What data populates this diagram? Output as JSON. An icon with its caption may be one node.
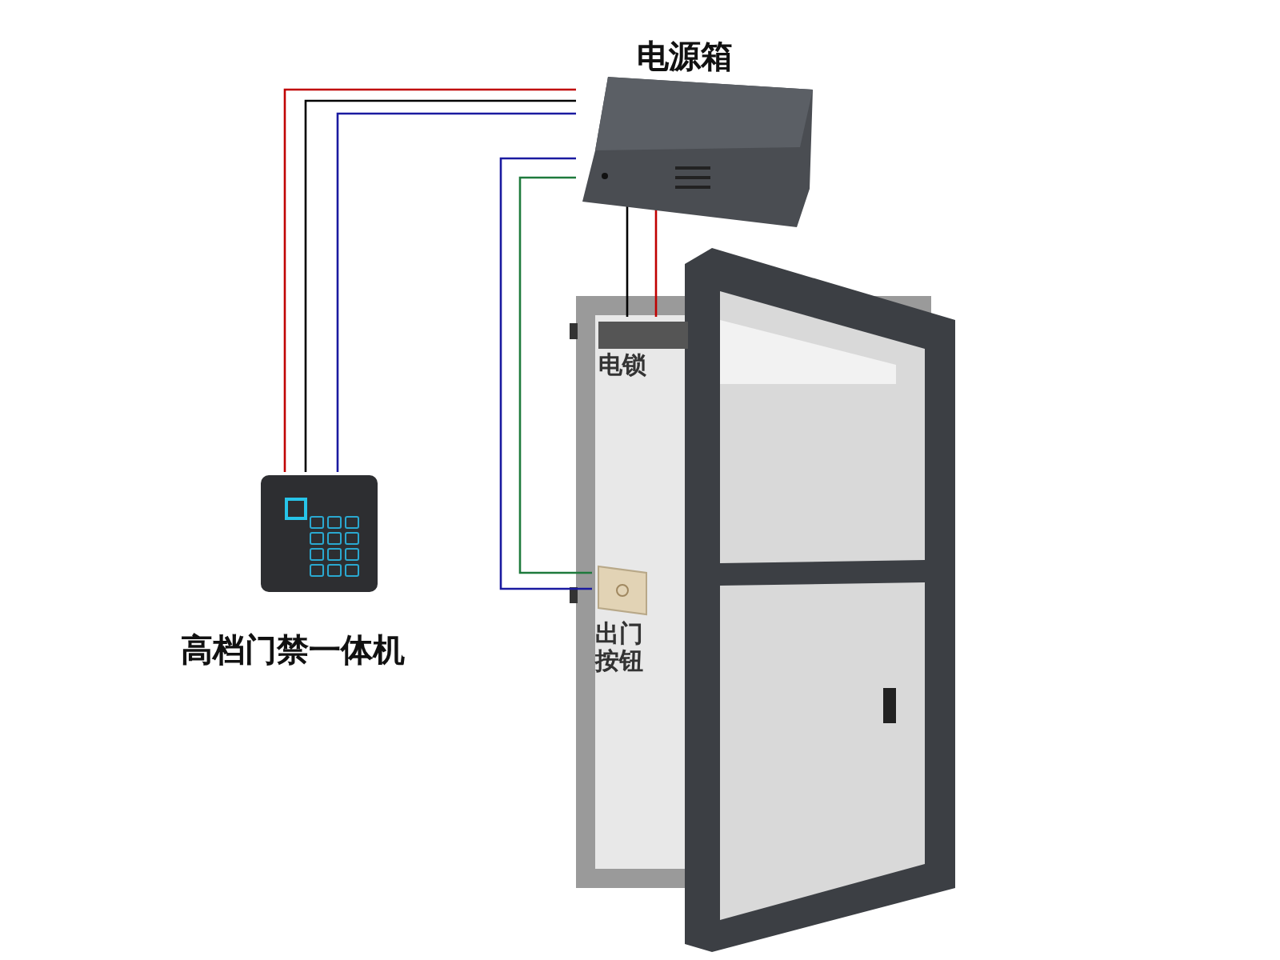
{
  "diagram": {
    "nodes": [
      {
        "text": [
          "电源箱"
        ]
      },
      {
        "text": [
          "高档门禁一体机"
        ]
      },
      {
        "text": [
          "电锁"
        ]
      },
      {
        "text": [
          "出门按钮"
        ]
      }
    ],
    "edges": [
      {
        "from": 0,
        "to": 1,
        "arrow": "none",
        "color": "#c00000"
      },
      {
        "from": 0,
        "to": 1,
        "arrow": "none",
        "color": "#000000"
      },
      {
        "from": 0,
        "to": 1,
        "arrow": "none",
        "color": "#1a1aa0"
      },
      {
        "from": 0,
        "to": 3,
        "arrow": "none",
        "color": "#1a1aa0"
      },
      {
        "from": 0,
        "to": 3,
        "arrow": "none",
        "color": "#1e7a3c"
      },
      {
        "from": 0,
        "to": 2,
        "arrow": "none",
        "color": "#000000"
      },
      {
        "from": 0,
        "to": 2,
        "arrow": "none",
        "color": "#c00000"
      }
    ]
  }
}
